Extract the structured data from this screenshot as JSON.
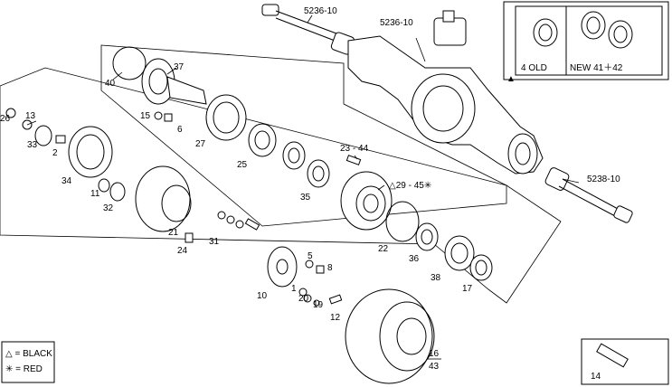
{
  "callouts": {
    "c40": "40",
    "c37": "37",
    "c15": "15",
    "c6a": "6",
    "c27": "27",
    "c25": "25",
    "c26": "26",
    "c13": "13",
    "c33": "33",
    "c2": "2",
    "c34": "34",
    "c11": "11",
    "c32": "32",
    "c21": "21",
    "c24": "24",
    "c31": "31",
    "c23_44": "23 - 44",
    "c35": "35",
    "c29_45": "△29 - 45✳",
    "c22": "22",
    "c36": "36",
    "c38": "38",
    "c17": "17",
    "c5": "5",
    "c8": "8",
    "c10": "10",
    "c1": "1",
    "c20": "20",
    "c19": "19",
    "c12": "12",
    "c16": "16",
    "c43": "43",
    "c14": "14",
    "shaft_top": "5236-10",
    "housing": "5236-10",
    "shaft_right": "5238-10"
  },
  "seal_box": {
    "old_label": "4  OLD",
    "new_label": "NEW 41＋42"
  },
  "legend": {
    "black": "△ = BLACK",
    "red": "✳ = RED"
  },
  "markers": {
    "triangle_filled": "▲"
  }
}
